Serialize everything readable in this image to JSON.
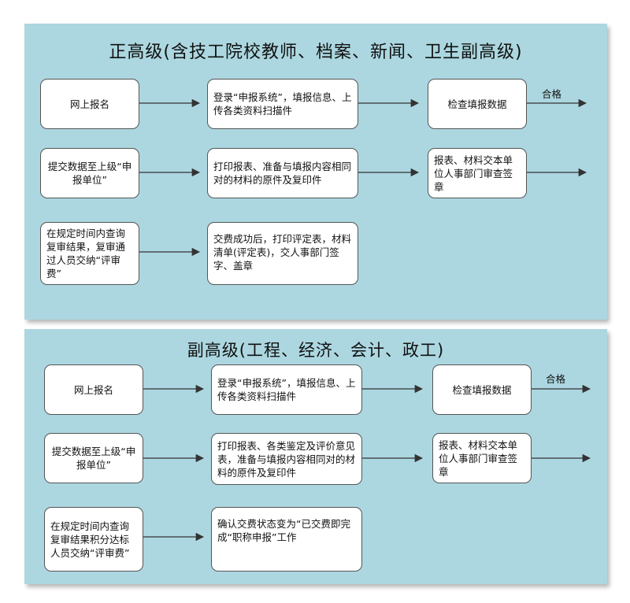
{
  "panel1": {
    "title": "正高级(含技工院校教师、档案、新闻、卫生副高级)",
    "rows": [
      [
        "网上报名",
        "登录“申报系统”，填报信息、上传各类资料扫描件",
        "检查填报数据"
      ],
      [
        "提交数据至上级“申报单位”",
        "打印报表、准备与填报内容相同对的材料的原件及复印件",
        "报表、材料交本单位人事部门审查签章"
      ],
      [
        "在规定时间内查询复审结果，复审通过人员交纳“评审费”",
        "交费成功后，打印评定表，材料清单(评定表)，交人事部门签字、盖章"
      ]
    ],
    "pass_label": "合格"
  },
  "panel2": {
    "title": "副高级(工程、经济、会计、政工)",
    "rows": [
      [
        "网上报名",
        "登录“申报系统”，填报信息、上传各类资料扫描件",
        "检查填报数据"
      ],
      [
        "提交数据至上级“申报单位”",
        "打印报表、各类鉴定及评价意见表，准备与填报内容相同对的材料的原件及复印件",
        "报表、材料交本单位人事部门审查签章"
      ],
      [
        "在规定时间内查询复审结果积分达标人员交纳“评审费”",
        "确认交费状态变为“已交费即完成“职称申报”工作"
      ]
    ],
    "pass_label": "合格"
  }
}
